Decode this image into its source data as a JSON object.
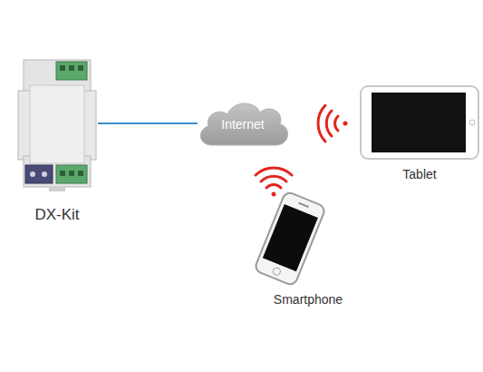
{
  "diagram": {
    "nodes": [
      {
        "text": [
          "DX-Kit"
        ]
      },
      {
        "text": [
          "Internet"
        ]
      },
      {
        "text": [
          "Tablet"
        ]
      },
      {
        "text": [
          "Smartphone"
        ]
      }
    ],
    "edges": [
      {
        "from": 0,
        "to": 1,
        "arrow": "none"
      }
    ]
  }
}
